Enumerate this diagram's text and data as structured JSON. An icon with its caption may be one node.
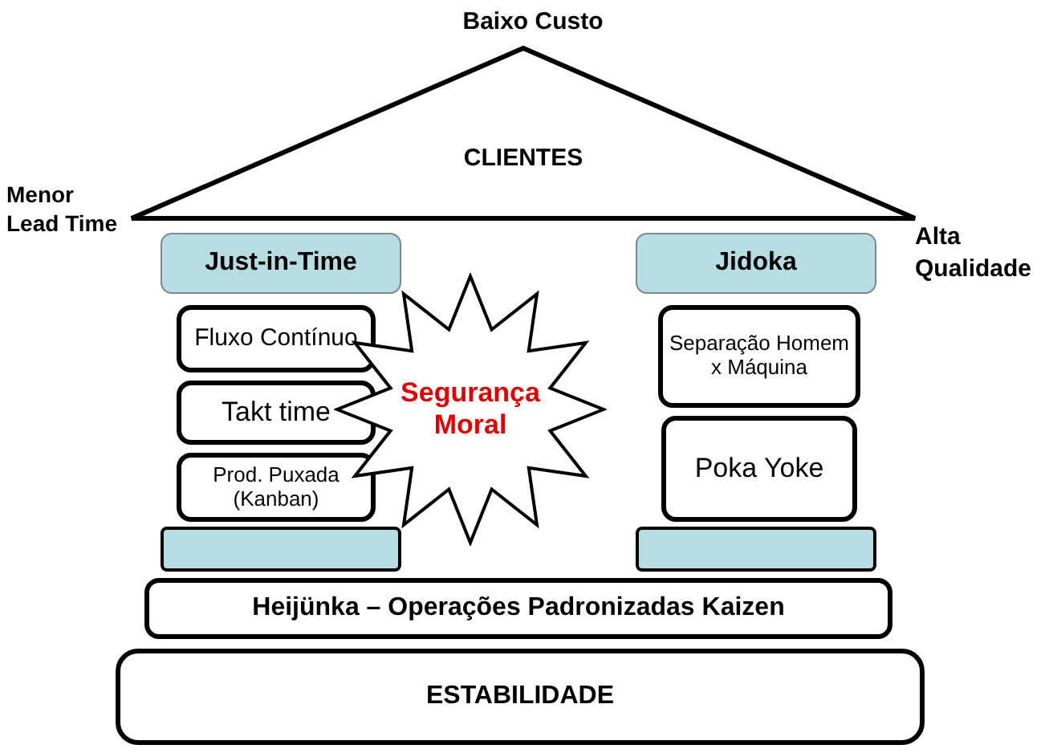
{
  "diagram": {
    "nodes": [
      {
        "text": [
          "CLIENTES"
        ],
        "beside": [
          "Baixo Custo",
          "Menor Lead Time",
          "Alta Qualidade"
        ]
      },
      {
        "text": [
          "Just-in-Time"
        ]
      },
      {
        "text": [
          "Jidoka"
        ]
      },
      {
        "text": [
          "Fluxo Contínuo"
        ]
      },
      {
        "text": [
          "Takt time"
        ]
      },
      {
        "text": [
          "Prod. Puxada (Kanban)"
        ]
      },
      {
        "text": [
          "Separação Homem x Máquina"
        ]
      },
      {
        "text": [
          "Poka Yoke"
        ]
      },
      {
        "text": [
          "Segurança Moral"
        ]
      },
      {
        "text": [],
        "shape": "bar"
      },
      {
        "text": [],
        "shape": "bar"
      },
      {
        "text": [
          "Heijünka – Operações Padronizadas Kaizen"
        ]
      },
      {
        "text": [
          "ESTABILIDADE"
        ]
      }
    ]
  }
}
